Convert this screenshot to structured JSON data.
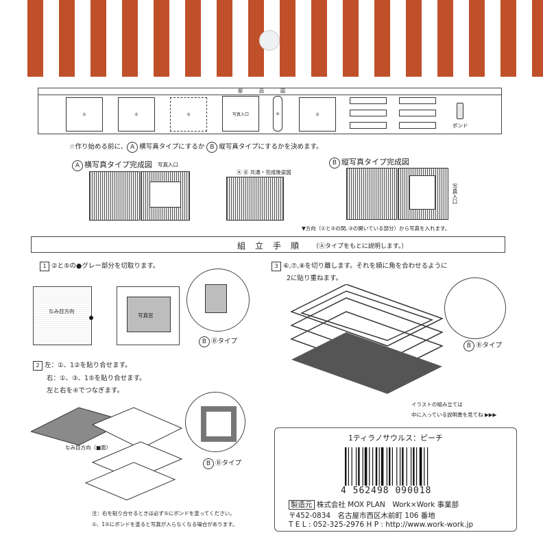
{
  "header": {
    "stripe_color": "#c0502a",
    "parts_title": "部品図",
    "bond_label": "ボンド",
    "photo_entry_label": "写真入口"
  },
  "instructions": {
    "intro_prefix": "☆作り始める前に、",
    "intro_a": "横写真タイプにするか",
    "intro_b": "縦写真タイプにするかを決めます。",
    "type_a": "横写真タイプ完成図",
    "type_b": "縦写真タイプ完成図",
    "common": "Ⓐ Ⓑ 共通・完成後姿図",
    "photo_entry_a": "写真入口",
    "photo_entry_b": "写真入口",
    "direction_note": "▼方向（①と⑤の間､③の開いている部分）から写真を入れます。"
  },
  "section": {
    "title": "組立手順",
    "subtitle": "（Ⓐタイプをもとに説明します。）"
  },
  "steps": {
    "step1_num": "1",
    "step1_text": "②と⑤の●グレー部分を切取ります。",
    "step1_dir": "なみ目方向",
    "step1_photo": "写真窓",
    "step1_b_type": "Ⓑタイプ",
    "step2_num": "2",
    "step2_line1": "左：①、1②を貼り合せます。",
    "step2_line2": "右：①、③、1⑤を貼り合せます。",
    "step2_line3": "左と右を④でつなぎます。",
    "step2_b_type": "Ⓑタイプ",
    "step2_dir": "なみ目方向（■面）",
    "step3_num": "3",
    "step3_line1": "⑥,⑦,⑧を切り離します。それを順に角を合わせるように",
    "step3_line2": "2に貼り重ねます。",
    "step3_b_type": "Ⓑタイプ",
    "illust_note1": "イラストの組み立ては",
    "illust_note2": "中に入っている説明書を見てね ▶▶▶",
    "note1": "注：右を貼り合せるときは必ず⑤にボンドを塗ってください。",
    "note2": "①、1⑤にボンドを塗ると写真が入らなくなる場合があります。"
  },
  "manufacturer": {
    "product": "1ティラノサウルス：ピーチ",
    "barcode_number": "4 562498 090018",
    "maker_label": "製造元",
    "maker_name": "株式会社 MOX PLAN　Work×Work 事業部",
    "address": "〒452-0834　名古屋市西区木前町 106 番地",
    "contact": "T E L : 052-325-2976  H P : http://www.work-work.jp"
  }
}
